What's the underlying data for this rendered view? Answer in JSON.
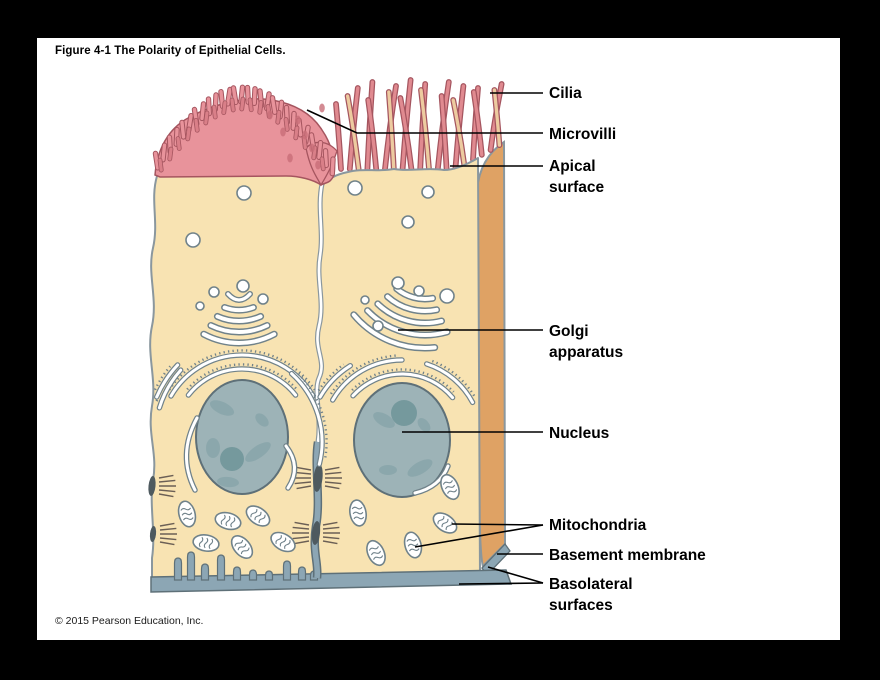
{
  "figure": {
    "title": "Figure 4-1 The Polarity of Epithelial Cells.",
    "copyright": "© 2015 Pearson Education, Inc."
  },
  "labels": {
    "cilia": "Cilia",
    "microvilli": "Microvilli",
    "apical_line1": "Apical",
    "apical_line2": "surface",
    "golgi_line1": "Golgi",
    "golgi_line2": "apparatus",
    "nucleus": "Nucleus",
    "mitochondria": "Mitochondria",
    "basement_membrane": "Basement membrane",
    "basolateral_line1": "Basolateral",
    "basolateral_line2": "surfaces"
  },
  "colors": {
    "frame": "#000000",
    "page": "#ffffff",
    "cell_fill": "#F8E3B2",
    "cell_outline": "#8A979E",
    "side_face": "#DFA264",
    "microvilli_fill": "#E8939B",
    "microvilli_inner": "#D97F88",
    "microvilli_outline": "#A5555F",
    "microvilli_dot": "#C86E78",
    "cilia_pink": "#E08A90",
    "cilia_tan": "#EDCBA0",
    "membrane_fill": "#8CA6B4",
    "membrane_outline": "#5E7078",
    "nucleus_fill": "#9DB3B7",
    "nucleus_mottle": "#86A3A8",
    "nucleolus": "#6E9499",
    "organelle_outline": "#70828A",
    "organelle_fill": "#ffffff",
    "filament": "#6B5F55",
    "desmosome": "#4E5A5F",
    "label_text": "#000000",
    "leader_line": "#000000"
  }
}
